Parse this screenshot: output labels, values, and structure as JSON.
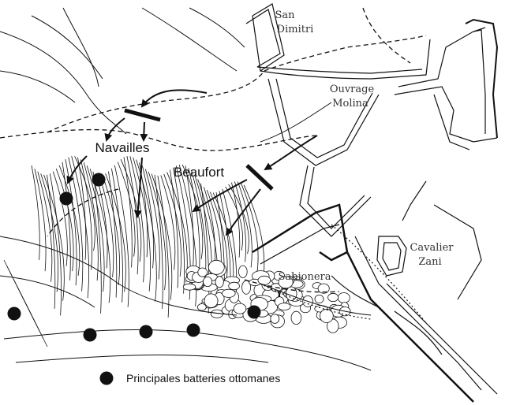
{
  "labels": {
    "san_dimitri": [
      "San",
      "Dimitri"
    ],
    "ouvrage_molina": [
      "Ouvrage",
      "Molina"
    ],
    "cavalier_zani": [
      "Cavalier",
      "Zani"
    ],
    "sabionera": "Sabionera",
    "navailles": "Navailles",
    "beaufort": "Beaufort"
  },
  "legend": {
    "text": "Principales batteries ottomanes"
  },
  "colors": {
    "ink": "#111111",
    "paper": "#ffffff",
    "label": "#333333"
  }
}
